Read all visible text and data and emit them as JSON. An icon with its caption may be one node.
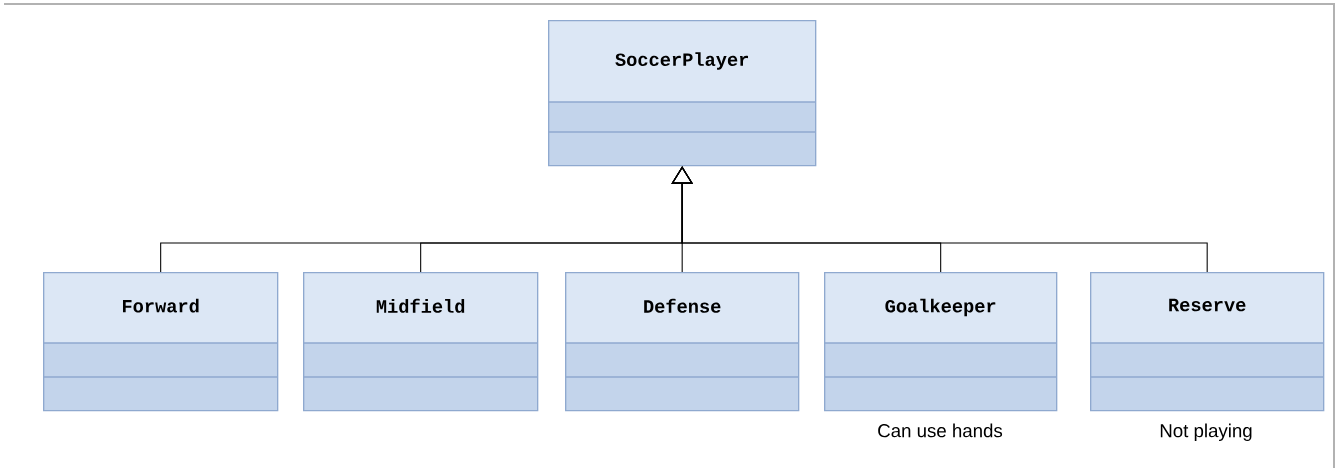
{
  "diagram": {
    "nodes": [
      {
        "text": [
          "SoccerPlayer"
        ]
      },
      {
        "text": [
          "Forward"
        ]
      },
      {
        "text": [
          "Midfield"
        ]
      },
      {
        "text": [
          "Defense"
        ]
      },
      {
        "text": [
          "Goalkeeper"
        ],
        "beside": [
          "Can use hands"
        ]
      },
      {
        "text": [
          "Reserve"
        ],
        "beside": [
          "Not playing"
        ]
      }
    ],
    "edges": [
      {
        "from": 1,
        "to": 0,
        "arrow": "to"
      },
      {
        "from": 2,
        "to": 0,
        "arrow": "to"
      },
      {
        "from": 3,
        "to": 0,
        "arrow": "to"
      },
      {
        "from": 4,
        "to": 0,
        "arrow": "to"
      },
      {
        "from": 5,
        "to": 0,
        "arrow": "to"
      }
    ]
  }
}
